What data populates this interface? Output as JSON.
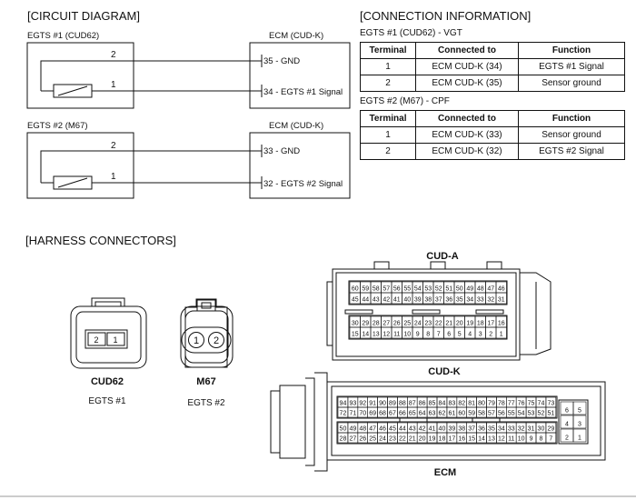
{
  "circuit": {
    "heading": "[CIRCUIT DIAGRAM]",
    "sensor1": {
      "label": "EGTS #1 (CUD62)",
      "ecm": "ECM (CUD-K)",
      "wire_top": "2",
      "wire_bottom": "1",
      "pin_top": "35 - GND",
      "pin_bottom": "34 - EGTS #1 Signal"
    },
    "sensor2": {
      "label": "EGTS #2 (M67)",
      "ecm": "ECM (CUD-K)",
      "wire_top": "2",
      "wire_bottom": "1",
      "pin_top": "33 - GND",
      "pin_bottom": "32 - EGTS #2 Signal"
    }
  },
  "connection": {
    "heading": "[CONNECTION INFORMATION]",
    "headers": [
      "Terminal",
      "Connected to",
      "Function"
    ],
    "table1": {
      "title": "EGTS #1 (CUD62) - VGT",
      "rows": [
        [
          "1",
          "ECM CUD-K (34)",
          "EGTS #1 Signal"
        ],
        [
          "2",
          "ECM CUD-K (35)",
          "Sensor ground"
        ]
      ]
    },
    "table2": {
      "title": "EGTS #2 (M67) -  CPF",
      "rows": [
        [
          "1",
          "ECM CUD-K (33)",
          "Sensor ground"
        ],
        [
          "2",
          "ECM CUD-K (32)",
          "EGTS #2 Signal"
        ]
      ]
    }
  },
  "harness": {
    "heading": "[HARNESS CONNECTORS]",
    "cud62": {
      "name": "CUD62",
      "desc": "EGTS #1",
      "pins": [
        "2",
        "1"
      ]
    },
    "m67": {
      "name": "M67",
      "desc": "EGTS #2",
      "pins": [
        "1",
        "2"
      ]
    },
    "cuda": {
      "name": "CUD-A",
      "row1": [
        "60",
        "59",
        "58",
        "57",
        "56",
        "55",
        "54",
        "53",
        "52",
        "51",
        "50",
        "49",
        "48",
        "47",
        "46"
      ],
      "row2": [
        "45",
        "44",
        "43",
        "42",
        "41",
        "40",
        "39",
        "38",
        "37",
        "36",
        "35",
        "34",
        "33",
        "32",
        "31"
      ],
      "row3": [
        "30",
        "29",
        "28",
        "27",
        "26",
        "25",
        "24",
        "23",
        "22",
        "21",
        "20",
        "19",
        "18",
        "17",
        "16"
      ],
      "row4": [
        "15",
        "14",
        "13",
        "12",
        "11",
        "10",
        "9",
        "8",
        "7",
        "6",
        "5",
        "4",
        "3",
        "2",
        "1"
      ]
    },
    "cudk": {
      "name": "CUD-K",
      "caption": "ECM",
      "row1": [
        "94",
        "93",
        "92",
        "91",
        "90",
        "89",
        "88",
        "87",
        "86",
        "85",
        "84",
        "83",
        "82",
        "81",
        "80",
        "79",
        "78",
        "77",
        "76",
        "75",
        "74",
        "73"
      ],
      "row2": [
        "72",
        "71",
        "70",
        "69",
        "68",
        "67",
        "66",
        "65",
        "64",
        "63",
        "62",
        "61",
        "60",
        "59",
        "58",
        "57",
        "56",
        "55",
        "54",
        "53",
        "52",
        "51"
      ],
      "row3": [
        "50",
        "49",
        "48",
        "47",
        "46",
        "45",
        "44",
        "43",
        "42",
        "41",
        "40",
        "39",
        "38",
        "37",
        "36",
        "35",
        "34",
        "33",
        "32",
        "31",
        "30",
        "29"
      ],
      "row4": [
        "28",
        "27",
        "26",
        "25",
        "24",
        "23",
        "22",
        "21",
        "20",
        "19",
        "18",
        "17",
        "16",
        "15",
        "14",
        "13",
        "12",
        "11",
        "10",
        "9",
        "8",
        "7"
      ],
      "side": [
        [
          "6",
          "5"
        ],
        [
          "4",
          "3"
        ],
        [
          "2",
          "1"
        ]
      ]
    }
  }
}
